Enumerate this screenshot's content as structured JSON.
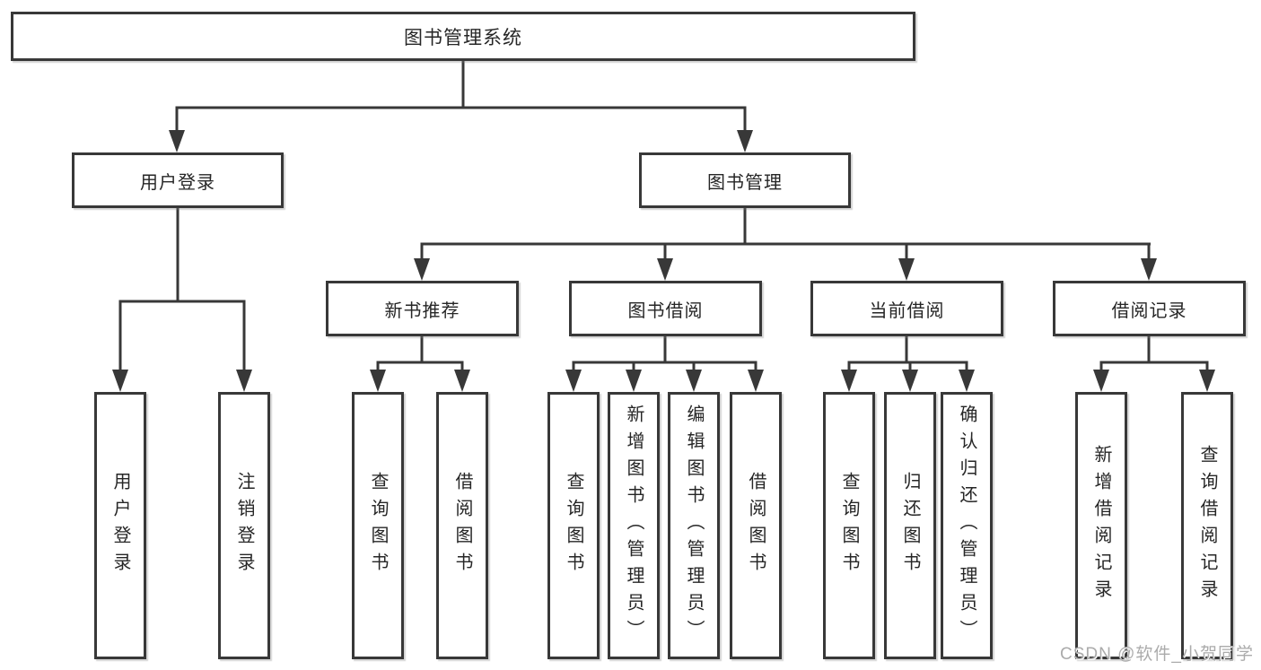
{
  "diagram": {
    "root": {
      "label": "图书管理系统"
    },
    "level2": [
      {
        "label": "用户登录"
      },
      {
        "label": "图书管理"
      }
    ],
    "level3": [
      {
        "label": "新书推荐"
      },
      {
        "label": "图书借阅"
      },
      {
        "label": "当前借阅"
      },
      {
        "label": "借阅记录"
      }
    ],
    "leaves": {
      "user_login": [
        {
          "label": "用户登录"
        },
        {
          "label": "注销登录"
        }
      ],
      "new_book": [
        {
          "label": "查询图书"
        },
        {
          "label": "借阅图书"
        }
      ],
      "book_borrow": [
        {
          "label": "查询图书"
        },
        {
          "label": "新增图书（管理员）"
        },
        {
          "label": "编辑图书（管理员）"
        },
        {
          "label": "借阅图书"
        }
      ],
      "current_borrow": [
        {
          "label": "查询图书"
        },
        {
          "label": "归还图书"
        },
        {
          "label": "确认归还（管理员）"
        }
      ],
      "borrow_records": [
        {
          "label": "新增借阅记录"
        },
        {
          "label": "查询借阅记录"
        }
      ]
    }
  },
  "watermark": {
    "text": "CSDN @软件_小贺同学"
  },
  "colors": {
    "line": "#383838",
    "text": "#262626",
    "watermark": "#ababab",
    "background": "#ffffff"
  }
}
